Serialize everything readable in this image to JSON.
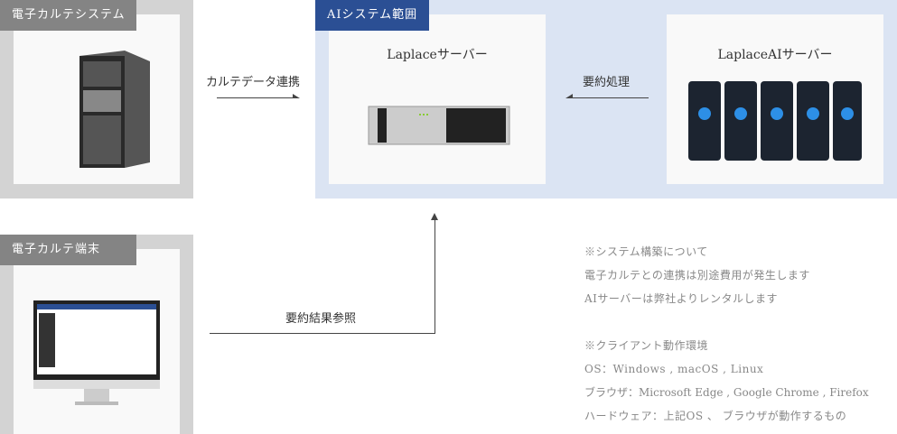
{
  "boxes": {
    "ehr_system": {
      "label": "電子カルテシステム"
    },
    "ehr_terminal": {
      "label": "電子カルテ端末"
    },
    "ai_scope": {
      "label": "AIシステム範囲"
    },
    "laplace_server": {
      "title": "Laplaceサーバー"
    },
    "laplace_ai_server": {
      "title": "LaplaceAIサーバー"
    }
  },
  "arrows": {
    "data_link": "カルテデータ連携",
    "summary": "要約処理",
    "result_ref": "要約結果参照"
  },
  "notes": {
    "system_heading": "※システム構築について",
    "system_lines": [
      "電子カルテとの連携は別途費用が発生します",
      "AIサーバーは弊社よりレンタルします"
    ],
    "client_heading": "※クライアント動作環境",
    "client_lines": [
      "OS：Windows , macOS , Linux",
      "ブラウザ：Microsoft Edge , Google Chrome , Firefox",
      "ハードウェア：上記OS 、 ブラウザが動作するもの"
    ]
  },
  "colors": {
    "ai_label": "#2b4f94",
    "ai_bg": "#dbe4f3",
    "gray_label": "#848484"
  }
}
